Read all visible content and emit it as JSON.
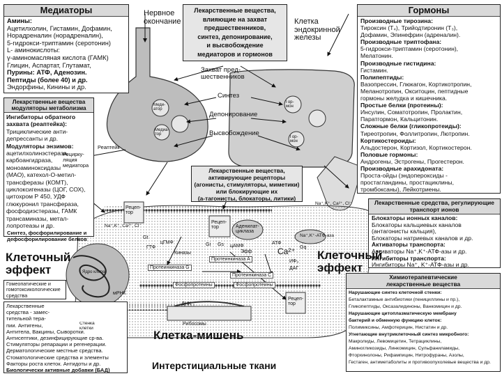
{
  "mediators": {
    "title": "Медиаторы",
    "lines": [
      {
        "text": "Амины:",
        "style": "b"
      },
      {
        "text": "Ацетилхолин, Гистамин, Дофамин,",
        "style": ""
      },
      {
        "text": "Норадреналин (норадреналин),",
        "style": ""
      },
      {
        "text": "5-гидрокси-триптамин (серотонин)",
        "style": ""
      },
      {
        "text": "L- аминокислоты:",
        "style": ""
      },
      {
        "text": "γ-аминомасляная кислота (ГАМК)",
        "style": ""
      },
      {
        "text": "Глицин, Аспартат, Глутамат,",
        "style": ""
      },
      {
        "text": "Пурины: АТФ, Аденозин.",
        "style": "b"
      },
      {
        "text": "Пептиды (более 40) и др.",
        "style": "b"
      },
      {
        "text": "Эндорфины, Кинины и др.",
        "style": ""
      }
    ]
  },
  "modulators": {
    "title": "Лекарственные вещества модуляторы метаболизма",
    "lines": [
      {
        "text": "Ингибиторы обратного",
        "style": "b"
      },
      {
        "text": "захвата (реаптейка):",
        "style": "b"
      },
      {
        "text": "Трициклические анти-",
        "style": ""
      },
      {
        "text": "депрессанты и др.",
        "style": ""
      },
      {
        "text": "Модуляторы энзимов:",
        "style": "b"
      },
      {
        "text": "ацетилхолинэстераза,",
        "style": ""
      },
      {
        "text": "карбоангидраза,",
        "style": ""
      },
      {
        "text": "моноаминоксидазы",
        "style": ""
      },
      {
        "text": "(МАО), катехол-О-метил-",
        "style": ""
      },
      {
        "text": "трансферазы (КОМТ),",
        "style": ""
      },
      {
        "text": "циклоксигеназы (ЦОГ, СОХ),",
        "style": ""
      },
      {
        "text": "цитохром Р 450, УДФ",
        "style": ""
      },
      {
        "text": "глюкуронил трансфераза,",
        "style": ""
      },
      {
        "text": "фосфодиэстеразы, ГАМК",
        "style": ""
      },
      {
        "text": "трансаминазы, метал-",
        "style": ""
      },
      {
        "text": "лопротеазы и др.",
        "style": ""
      }
    ]
  },
  "center_box": {
    "lines": [
      "Лекарственные вещества,",
      "влияющие на захват",
      "предшественников,",
      "синтез, депонирование,",
      "и высвобождение",
      "медиаторов и гормонов"
    ]
  },
  "receptor_drugs": {
    "lines": [
      "Лекарственные вещества,",
      "активирующие рецепторы",
      "(агонисты, стимуляторы, миметики)",
      "или блокирующие их",
      "(а-тагонисты, блокаторы, литики)"
    ]
  },
  "hormones": {
    "title": "Гормоны",
    "lines": [
      {
        "text": "Производные тирозина:",
        "style": "b"
      },
      {
        "text": "Тироксин (Т₄), Трийодтиронин (Т₃),",
        "style": ""
      },
      {
        "text": "Дофамин, Эпинефрин (адреналин).",
        "style": ""
      },
      {
        "text": "Производные триптофана:",
        "style": "b"
      },
      {
        "text": "5-гидрокси-триптамин (серотонин),",
        "style": ""
      },
      {
        "text": "Мелатонин.",
        "style": ""
      },
      {
        "text": "Производные гистидина:",
        "style": "b"
      },
      {
        "text": "Гистамин.",
        "style": ""
      },
      {
        "text": "Полипептиды:",
        "style": "b"
      },
      {
        "text": "Вазопрессин, Глюкагон, Кортикотропин,",
        "style": ""
      },
      {
        "text": "Меланотропин, Окситоцин, пептидные",
        "style": ""
      },
      {
        "text": "гормоны желудка и кишечника.",
        "style": ""
      },
      {
        "text": "Простые белки (протеины):",
        "style": "b"
      },
      {
        "text": "Инсулин, Соматотропин, Пролактин,",
        "style": ""
      },
      {
        "text": "Паратгормон, Кальцитонин.",
        "style": ""
      },
      {
        "text": "Сложные белки (гликопротеиды):",
        "style": "b"
      },
      {
        "text": "Тиреотропин, Фоллитропин, Лютропин.",
        "style": ""
      },
      {
        "text": "Кортикостероиды:",
        "style": "b"
      },
      {
        "text": "Альдостерон, Кортизол, Кортикостерон.",
        "style": ""
      },
      {
        "text": "Половые гормоны:",
        "style": "b"
      },
      {
        "text": "Андрогены, Эстрогены, Прогестерон.",
        "style": ""
      },
      {
        "text": "Производные арахидоната:",
        "style": "b"
      },
      {
        "text": "Проста-ойды (эндопероксиды -",
        "style": ""
      },
      {
        "text": "простагландины, простациклины,",
        "style": ""
      },
      {
        "text": "тромбоксаны), Лейкотриены.",
        "style": ""
      }
    ]
  },
  "transport": {
    "title": "Лекарственные средства, регулирующие транспорт ионов",
    "lines": [
      {
        "text": "Блокаторы ионных каналов:",
        "style": "b"
      },
      {
        "text": "Блокаторы кальциевых каналов",
        "style": ""
      },
      {
        "text": "(антагонисты кальция),",
        "style": ""
      },
      {
        "text": "Блокаторы натриевых каналов и др.",
        "style": ""
      },
      {
        "text": "Активаторы транспорта:",
        "style": "b"
      },
      {
        "text": "Активаторы Na⁺,K⁺-АТФ-азы и др.",
        "style": ""
      },
      {
        "text": "Ингибиторы транспорта:",
        "style": "b"
      },
      {
        "text": "Ингибиторы Na⁺, K⁺-АТФ-азы и др.",
        "style": ""
      }
    ]
  },
  "chemo": {
    "title": "Химиотерапевтические лекарственные вещества",
    "lines": [
      {
        "text": "Нарушающие синтез клеточной стенки:",
        "style": "b"
      },
      {
        "text": "Беталактамные антибиотики (пенициллины и пр.),",
        "style": ""
      },
      {
        "text": "Гликопептиды, Оксазалидиноны, Ванкомицин и др.",
        "style": ""
      },
      {
        "text": "Нарушающие цитоплазматическую мембрану",
        "style": "b"
      },
      {
        "text": "бактерий и обменную функцию клеток:",
        "style": "b"
      },
      {
        "text": "Полимиксины, Амфотерицин, Нистатин и др.",
        "style": ""
      },
      {
        "text": "Угнетающие внутриклеточный синтез микробного:",
        "style": "b"
      },
      {
        "text": "Макролиды, Левомицетин, Тетрациклины,",
        "style": ""
      },
      {
        "text": "Аминогликозиды, Линкомицин, Сульфаниламиды,",
        "style": ""
      },
      {
        "text": "Фторхинолоны, Рифампицин, Нитрофураны, Азолы,",
        "style": ""
      },
      {
        "text": "Гестаген, антиметаболиты и противоопухолевые вещества и др.",
        "style": ""
      }
    ]
  },
  "lower_left": {
    "lines": [
      {
        "text": "Лекарственные",
        "style": ""
      },
      {
        "text": "средства - замес-",
        "style": ""
      },
      {
        "text": "тительной тера-",
        "style": ""
      },
      {
        "text": "пии. Антигены,",
        "style": ""
      },
      {
        "text": "Антитела, Вакцины, Сыворотки.",
        "style": ""
      },
      {
        "text": "Антисептики, дезинфицирующие ср-ва.",
        "style": ""
      },
      {
        "text": "Стимуляторы репарации и регенерации.",
        "style": ""
      },
      {
        "text": "Дерматологические местные средства.",
        "style": ""
      },
      {
        "text": "Стоматологические средства и элементы",
        "style": ""
      },
      {
        "text": "Факторы роста клеток. Антидоты и др.",
        "style": ""
      },
      {
        "text": "Биологически активные добавки (БАД)",
        "style": "b"
      }
    ]
  },
  "homeo_box": {
    "lines": [
      "Гомеопатические и",
      "гомотоксикологические",
      "средства"
    ]
  },
  "synthesis_label": {
    "lines": [
      "Синтез, фосфорилирование и",
      "дефосфорилирование белков"
    ]
  },
  "labels": {
    "nerve_ending": [
      "Нервное",
      "окончание"
    ],
    "endocrine_cell": [
      "Клетка",
      "эндокринной",
      "железы"
    ],
    "precursors": [
      "Захват пред-",
      "шественников"
    ],
    "synthesis": "Синтез",
    "deposition": "Депонирование",
    "release": "Высвобождение",
    "cell_effect_left": [
      "Клеточный",
      "эффект"
    ],
    "cell_effect_right": [
      "Клеточный",
      "эффект"
    ],
    "target_cell": "Клетка-мишень",
    "interstitial": "Интерстициальные ткани",
    "cell_wall": [
      "Стенка",
      "клетки"
    ],
    "mediator": [
      "Меди-",
      "атор"
    ],
    "hormone": [
      "Гор-",
      "мон"
    ],
    "mediator_vesicle": [
      "Медиа-",
      "тор"
    ],
    "hormone_vesicle": [
      "Гор-",
      "мон"
    ],
    "reuptake": "Реаптейк",
    "recirculation": [
      "Рецирку-",
      "ляция",
      "медиатора"
    ],
    "receptor_left": [
      "Рецеп-",
      "тор"
    ],
    "receptor_mid": [
      "Рецеп-",
      "тор"
    ],
    "receptor_bottom": [
      "Рецеп-",
      "тор"
    ],
    "ions_top": "Na⁺,K⁺, Ca²⁺, Cl⁻",
    "ions_left": "Na⁺,K⁺, Ca²⁺, Cl⁻",
    "adenylate_cyclase": [
      "Аденилат-",
      "циклаза"
    ],
    "atp_pump": "Na⁺,K⁺-АТФ-аза",
    "ca_ion": "Ca²⁺",
    "camp": "цАМФ",
    "cgmp": "цГМФ",
    "atf": "АТФ",
    "gtf": "ГТФ",
    "ip3": "ИФ₃",
    "dag": "ДАГ",
    "protein_kinase_a": "Протеинкиназа А",
    "protein_kinase_c": "Протеинкиназа С",
    "protein_kinase_g": "Протеинкиназа G",
    "phosphoproteins_top": "Фосфопротеины",
    "phosphoproteins_bottom": "Фосфопротеины",
    "ribosomes": "Рибосомы",
    "mrna": "мРНК",
    "dna": "ДНК",
    "nucleus": "Ядро клетки",
    "kinases": "Киназы",
    "eff_sub": "Эфф",
    "gi": "Gi",
    "gs": "Gs",
    "gq": "Gq",
    "gt": "Gt"
  }
}
